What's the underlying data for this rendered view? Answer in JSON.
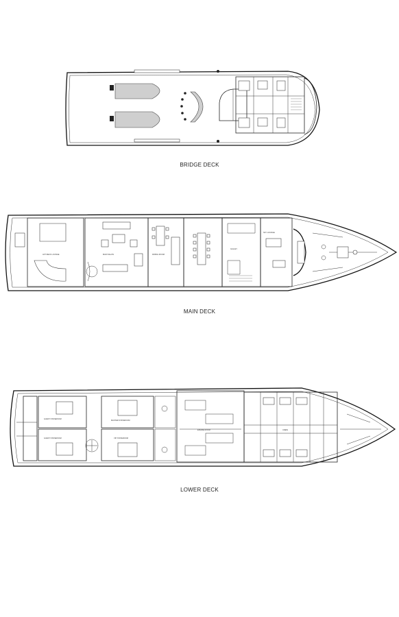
{
  "decks": [
    {
      "id": "bridge",
      "label": "BRIDGE DECK"
    },
    {
      "id": "main",
      "label": "MAIN DECK"
    },
    {
      "id": "lower",
      "label": "LOWER DECK"
    }
  ],
  "room_labels": {
    "main_aft_lounge": "AFT DECK LOUNGE",
    "main_salon": "MAIN SALON",
    "main_dining": "DINING ROOM",
    "main_galley": "GALLEY",
    "main_sky_lounge": "SKY LOUNGE",
    "lower_master": "MASTER STATEROOM",
    "lower_guest_1": "GUEST STATEROOM",
    "lower_guest_2": "GUEST STATEROOM",
    "lower_vip": "VIP STATEROOM",
    "lower_engine": "ENGINE ROOM",
    "lower_crew": "CREW"
  }
}
